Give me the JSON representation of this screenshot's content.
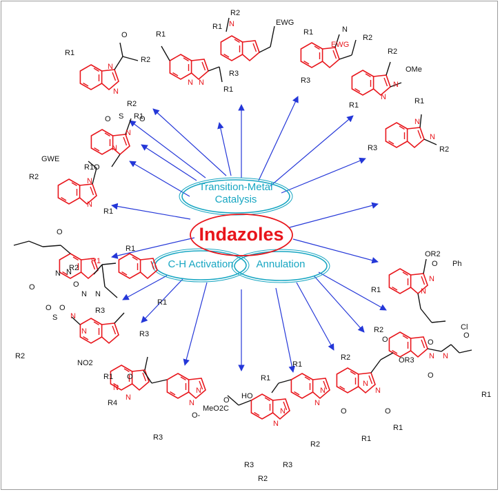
{
  "hub": {
    "center": "Indazoles",
    "top": "Transition-Metal\nCatalysis",
    "left": "C-H Activation",
    "right": "Annulation"
  },
  "colors": {
    "arrow": "#2437d8",
    "ring_stroke": "#17a6c2",
    "center_stroke": "#e8151b",
    "indazole_core": "#e8151b",
    "substituent": "#111111",
    "hub_text": "#17a6c2",
    "center_text": "#e8151b"
  },
  "structures": [
    {
      "labels": [
        "R1",
        "N",
        "R2",
        "EWG",
        "R3"
      ]
    },
    {
      "labels": [
        "R1",
        "N",
        "N",
        "R1"
      ]
    },
    {
      "labels": [
        "R1",
        "N",
        "R2",
        "EWG",
        "R3"
      ]
    },
    {
      "labels": [
        "R1",
        "O",
        "R2",
        "N",
        "N",
        "R1"
      ]
    },
    {
      "labels": [
        "R2",
        "OMe",
        "N",
        "N",
        "R1"
      ]
    },
    {
      "labels": [
        "R2",
        "O",
        "O",
        "S",
        "N",
        "N",
        "R1O"
      ]
    },
    {
      "labels": [
        "R1",
        "N",
        "N",
        "R3",
        "R2"
      ]
    },
    {
      "labels": [
        "GWE",
        "R2",
        "N",
        "N",
        "R1"
      ]
    },
    {
      "labels": [
        "O",
        "O",
        "N",
        "N",
        "R1"
      ]
    },
    {
      "labels": [
        "R2",
        "R1",
        "N",
        "N",
        "O",
        "R3"
      ]
    },
    {
      "labels": [
        "OR2",
        "Ph",
        "O",
        "N",
        "N",
        "R1",
        "Cl"
      ]
    },
    {
      "labels": [
        "O",
        "O",
        "N",
        "N",
        "R2",
        "R1",
        "O"
      ]
    },
    {
      "labels": [
        "R1",
        "R2",
        "O",
        "O",
        "S",
        "N",
        "N",
        "NO2"
      ]
    },
    {
      "labels": [
        "R3",
        "R1",
        "N",
        "N",
        "R4"
      ]
    },
    {
      "labels": [
        "O",
        "N",
        "N",
        "O-",
        "R3"
      ]
    },
    {
      "labels": [
        "R1",
        "O",
        "MeO2C",
        "N",
        "N",
        "R3",
        "R2",
        "R3"
      ]
    },
    {
      "labels": [
        "R1",
        "HO",
        "N",
        "N",
        "R2"
      ]
    },
    {
      "labels": [
        "O",
        "OR3",
        "R2",
        "N",
        "N",
        "O",
        "O",
        "R1",
        "R1"
      ]
    }
  ]
}
